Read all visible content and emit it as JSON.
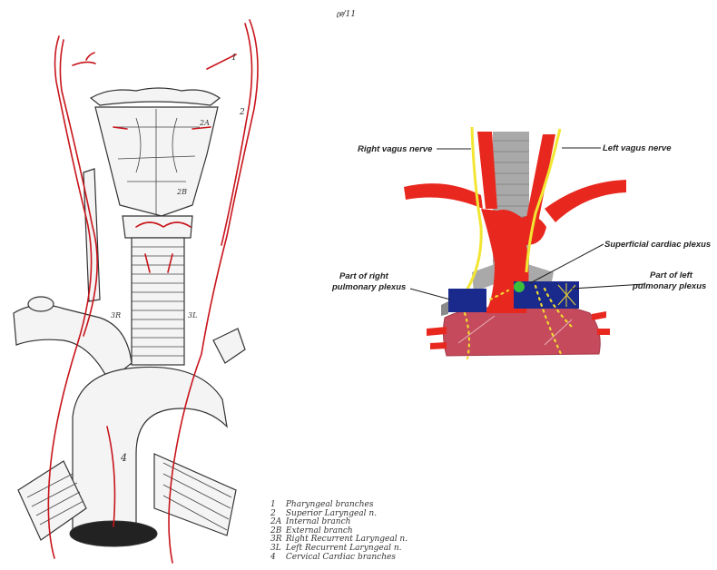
{
  "page_note": "ഴ്ര/11",
  "left_figure": {
    "inline_labels": [
      {
        "id": "n1",
        "text": "1"
      },
      {
        "id": "n2",
        "text": "2"
      },
      {
        "id": "n2a",
        "text": "2A"
      },
      {
        "id": "n2b",
        "text": "2B"
      },
      {
        "id": "n3r",
        "text": "3R"
      },
      {
        "id": "n3l",
        "text": "3L"
      },
      {
        "id": "n4",
        "text": "4"
      }
    ],
    "legend": [
      {
        "key": "1",
        "text": "Pharyngeal branches"
      },
      {
        "key": "2",
        "text": "Superior Laryngeal n."
      },
      {
        "key": "2A",
        "text": "Internal branch"
      },
      {
        "key": "2B",
        "text": "External branch"
      },
      {
        "key": "3R",
        "text": "Right Recurrent Laryngeal n."
      },
      {
        "key": "3L",
        "text": "Left Recurrent Laryngeal n."
      },
      {
        "key": "4",
        "text": "Cervical Cardiac branches"
      }
    ]
  },
  "right_figure": {
    "labels": {
      "right_vagus": "Right vagus nerve",
      "left_vagus": "Left vagus nerve",
      "superficial_plexus": "Superficial cardiac plexus",
      "right_pulmonary_line1": "Part of right",
      "right_pulmonary_line2": "pulmonary plexus",
      "left_pulmonary_line1": "Part of left",
      "left_pulmonary_line2": "pulmonary plexus"
    },
    "colors": {
      "artery": "#e8281e",
      "nerve": "#f2e632",
      "trachea": "#a9a9a9",
      "plexus": "#1a2a8c",
      "heart": "#c44a5c",
      "dots": "#f0d830"
    }
  }
}
